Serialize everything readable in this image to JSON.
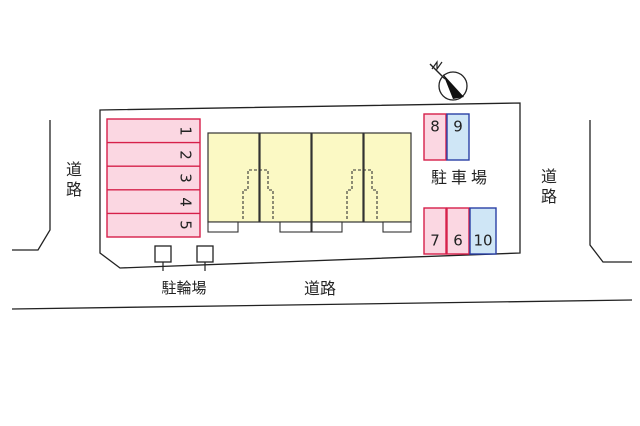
{
  "compass": {
    "symbol": "north-arrow"
  },
  "roads": {
    "left": [
      "道",
      "路"
    ],
    "right": [
      "道",
      "路"
    ],
    "bottom": "道路"
  },
  "parking_label": [
    "駐",
    "車",
    "場"
  ],
  "bicycle_parking_label": "駐輪場",
  "left_spaces": [
    "1",
    "2",
    "3",
    "4",
    "5"
  ],
  "top_right_spaces": [
    "8",
    "9"
  ],
  "bottom_right_spaces": [
    "7",
    "6",
    "10"
  ],
  "colors": {
    "red_space": "#d6204a",
    "red_fill": "#fbd7e2",
    "blue_space": "#2a40a6",
    "blue_fill": "#cfe6f6",
    "building_fill": "#fbf9c4",
    "road_line": "#222222"
  }
}
